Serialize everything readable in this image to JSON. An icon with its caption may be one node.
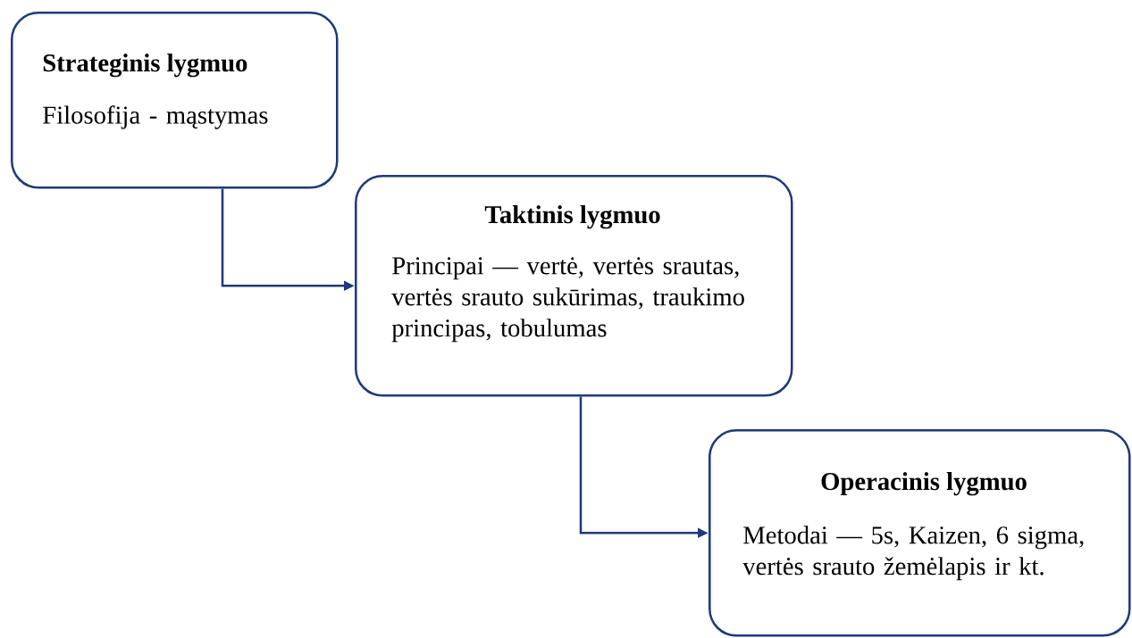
{
  "diagram": {
    "nodes": [
      {
        "text": [
          "Strateginis lygmuo",
          "Filosofija - mąstymas"
        ]
      },
      {
        "text": [
          "Taktinis lygmuo",
          "Principai — vertė, vertės srautas, vertės srauto sukūrimas, traukimo principas, tobulumas"
        ]
      },
      {
        "text": [
          "Operacinis lygmuo",
          "Metodai — 5s, Kaizen, 6 sigma, vertės srauto žemėlapis ir kt."
        ]
      }
    ],
    "edges": [
      {
        "from": 0,
        "to": 1,
        "arrow": "to"
      },
      {
        "from": 1,
        "to": 2,
        "arrow": "to"
      }
    ]
  }
}
